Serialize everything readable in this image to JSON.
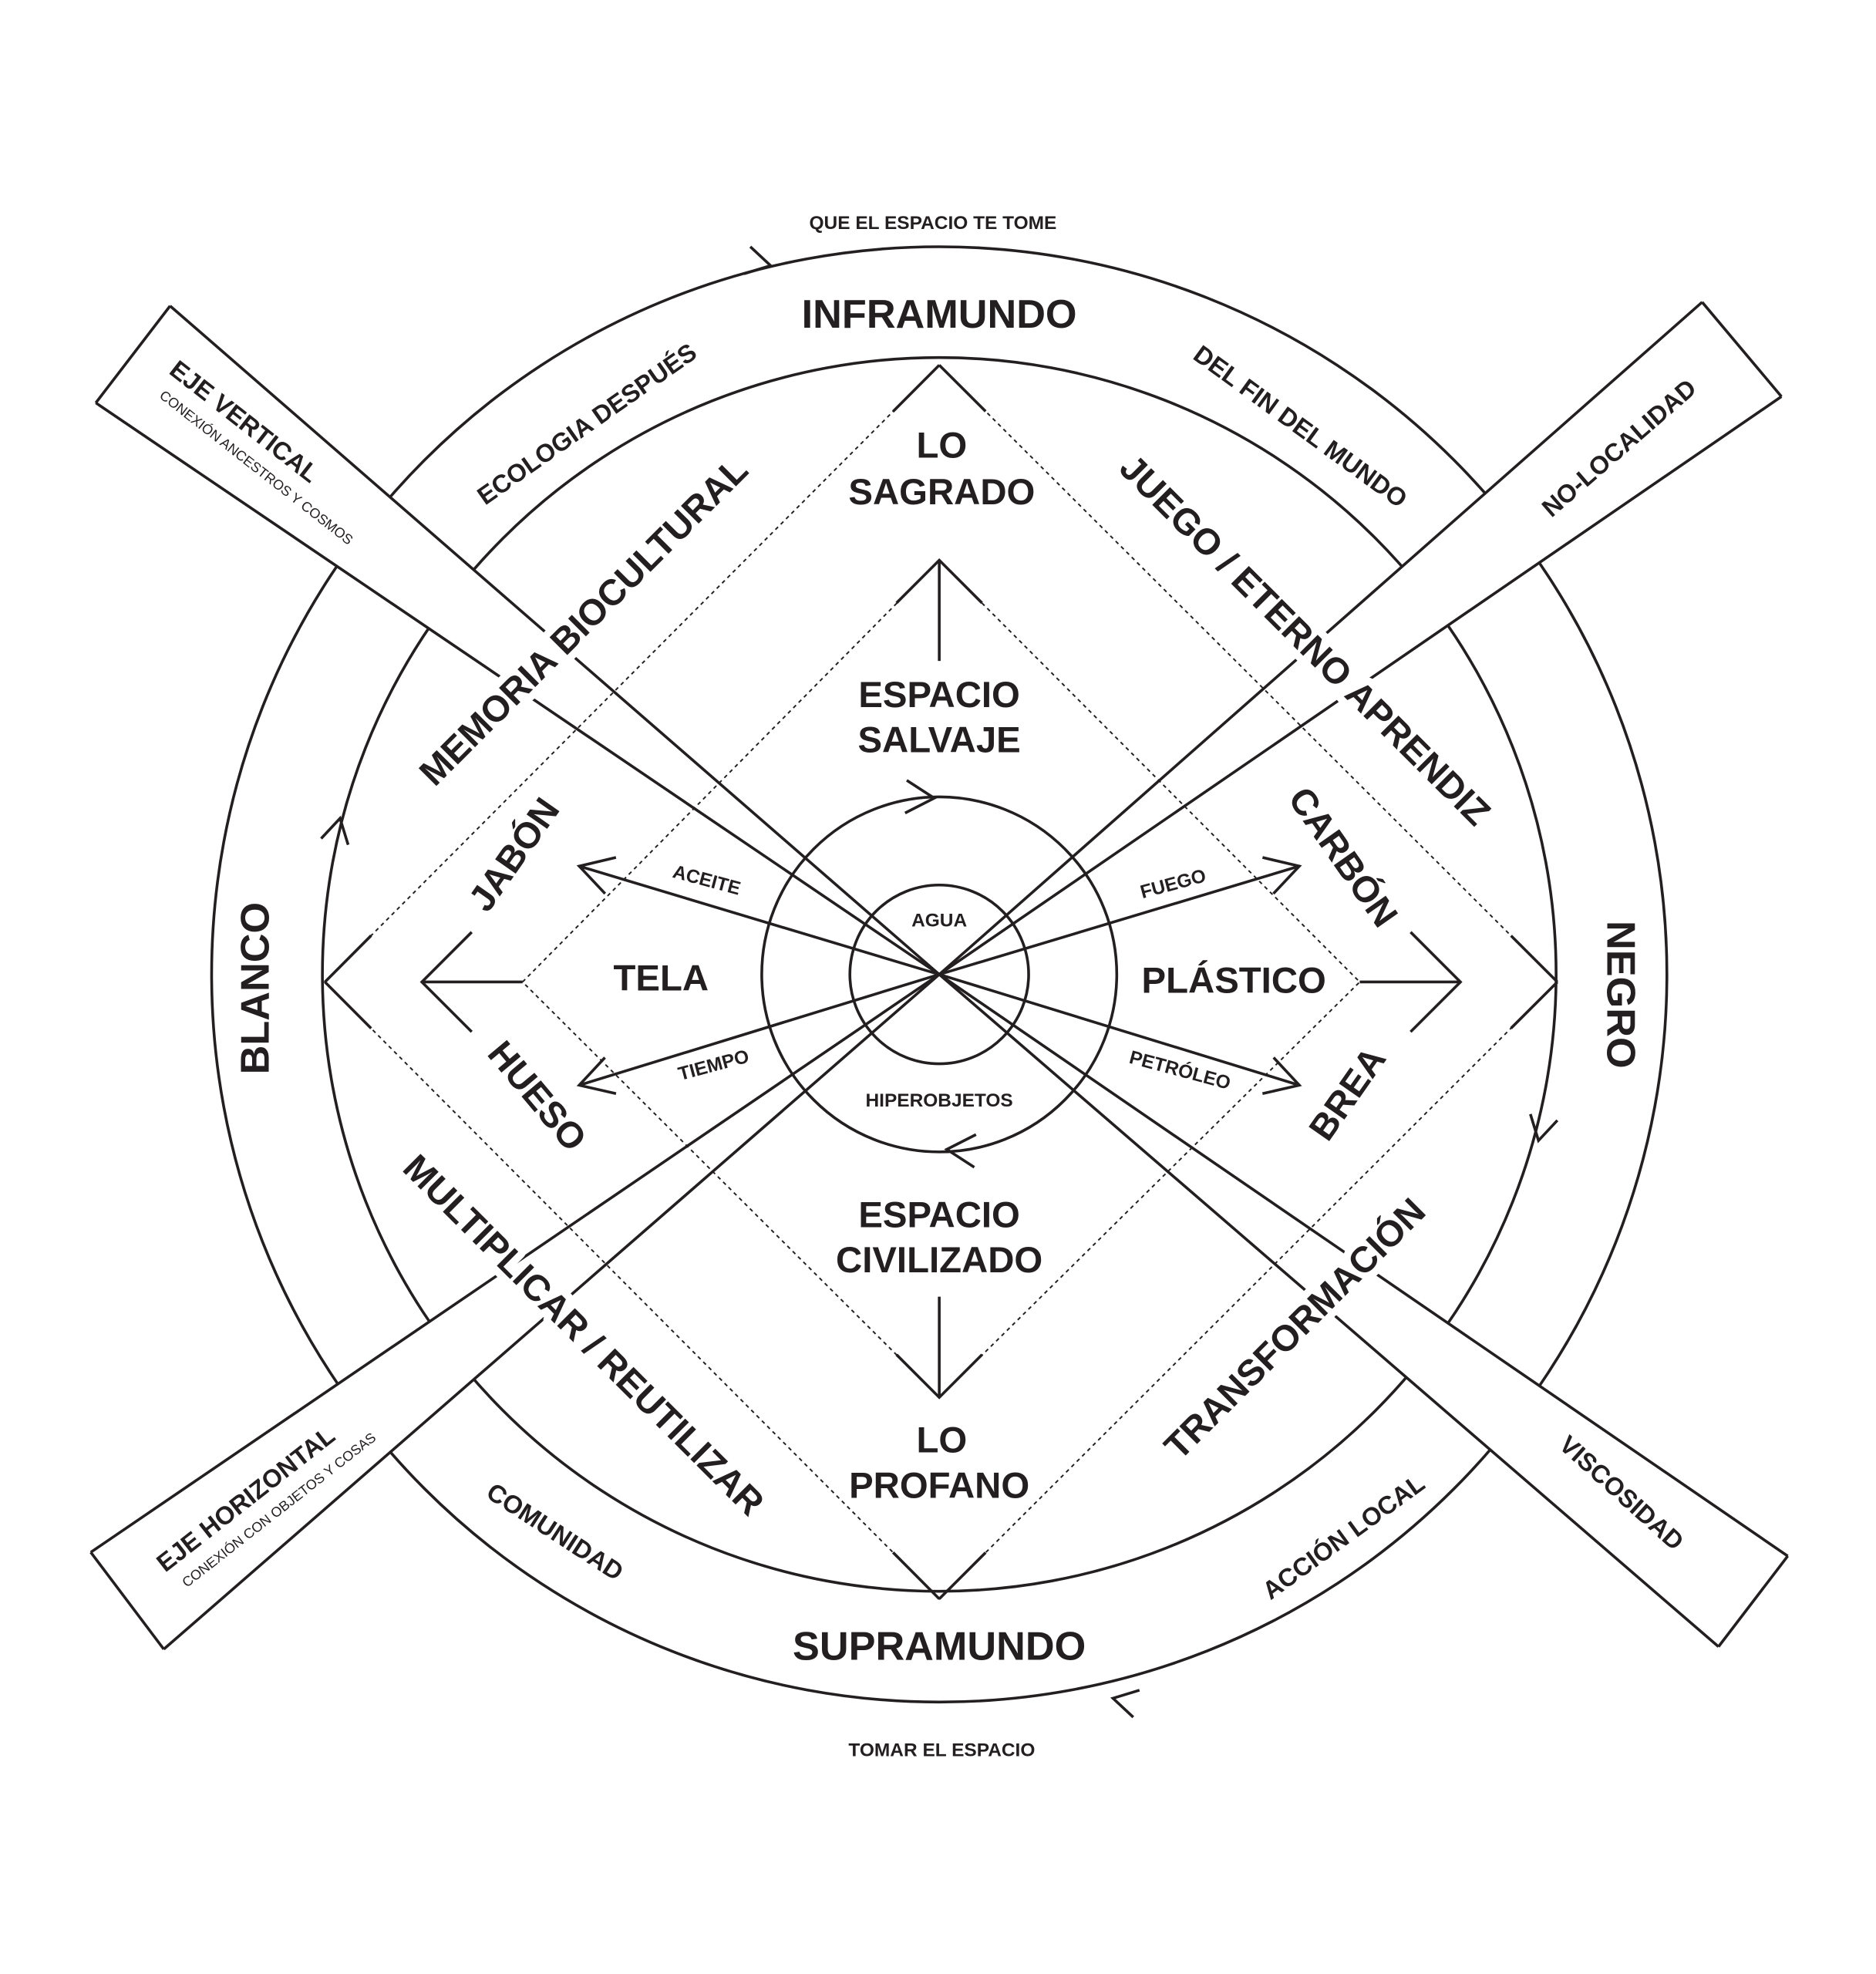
{
  "top_caption": "QUE EL ESPACIO TE TOME",
  "bottom_caption": "TOMAR EL ESPACIO",
  "outer_ring": {
    "top": "INFRAMUNDO",
    "bottom": "SUPRAMUNDO",
    "left": "BLANCO",
    "right": "NEGRO",
    "top_left": "ECOLOGIA DESPUÉS",
    "top_right": "DEL FIN DEL MUNDO",
    "bottom_left": "COMUNIDAD",
    "bottom_right": "ACCIÓN LOCAL"
  },
  "quadrants": {
    "top_left": "MEMORIA BIOCULTURAL",
    "top_right": "JUEGO / ETERNO APRENDIZ",
    "bottom_left": "MULTIPLICAR / REUTILIZAR",
    "bottom_right": "TRANSFORMACIÓN"
  },
  "poles": {
    "top": [
      "LO",
      "SAGRADO"
    ],
    "bottom": [
      "LO",
      "PROFANO"
    ],
    "inner_top": [
      "ESPACIO",
      "SALVAJE"
    ],
    "inner_bottom": [
      "ESPACIO",
      "CIVILIZADO"
    ]
  },
  "materials": {
    "left": "TELA",
    "right": "PLÁSTICO",
    "left_top": "JABÓN",
    "left_bottom": "HUESO",
    "right_top": "CARBÓN",
    "right_bottom": "BREA"
  },
  "flows": {
    "aceite": "ACEITE",
    "tiempo": "TIEMPO",
    "fuego": "FUEGO",
    "petroleo": "PETRÓLEO"
  },
  "center": {
    "inner": "AGUA",
    "outer": "HIPEROBJETOS"
  },
  "axes": {
    "top_left_title": "EJE VERTICAL",
    "top_left_sub": "CONEXIÓN ANCESTROS Y COSMOS",
    "top_right": "NO-LOCALIDAD",
    "bottom_left_title": "EJE HORIZONTAL",
    "bottom_left_sub": "CONEXIÓN CON OBJETOS Y COSAS",
    "bottom_right": "VISCOSIDAD"
  }
}
